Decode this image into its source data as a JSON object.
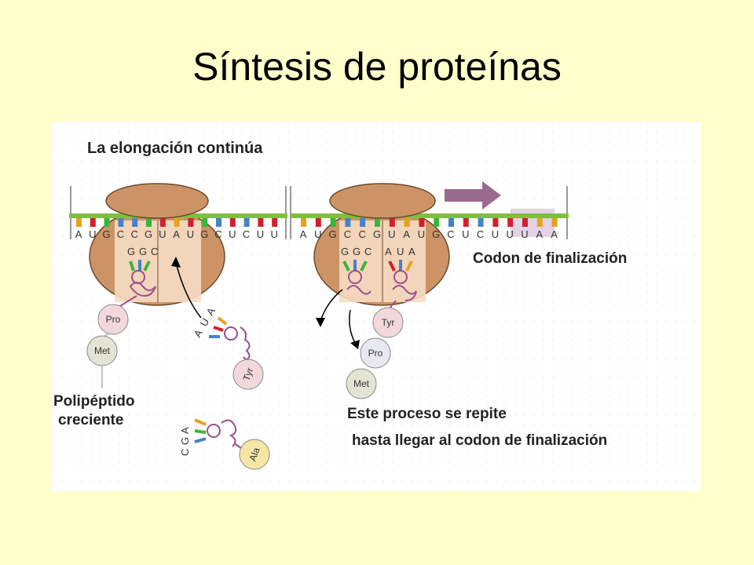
{
  "slide": {
    "title": "Síntesis de proteínas"
  },
  "figure": {
    "header": "La elongación continúa",
    "left_panel": {
      "mrna": [
        "A",
        "U",
        "G",
        "C",
        "C",
        "G",
        "U",
        "A",
        "U",
        "G",
        "C",
        "U",
        "C",
        "U",
        "U"
      ],
      "anticodon_p": [
        "G",
        "G",
        "C"
      ],
      "incoming_anticodon": [
        "A",
        "U",
        "A"
      ],
      "next_anticodon": [
        "C",
        "G",
        "A"
      ],
      "chain": [
        "Pro",
        "Met"
      ],
      "incoming_aa": "Tyr",
      "next_aa": "Ala",
      "polypeptide_label": [
        "Polipéptido",
        "creciente"
      ]
    },
    "right_panel": {
      "mrna": [
        "A",
        "U",
        "G",
        "C",
        "C",
        "G",
        "U",
        "A",
        "U",
        "G",
        "C",
        "U",
        "C",
        "U",
        "U",
        "U",
        "A",
        "A"
      ],
      "anticodon_p": [
        "G",
        "G",
        "C"
      ],
      "anticodon_a": [
        "A",
        "U",
        "A"
      ],
      "chain": [
        "Tyr",
        "Pro",
        "Met"
      ],
      "stop_codon_label": "Codon de finalización",
      "repeat_label": [
        "Este proceso se repite",
        "hasta llegar al codon de finalización"
      ]
    }
  },
  "colors": {
    "background": "#ffffcc",
    "ribosome": "#cc9466",
    "mrna_backbone": "#7fbf3f",
    "arrow": "#9a6b8f",
    "amino_acid": "#f2d8dc"
  }
}
